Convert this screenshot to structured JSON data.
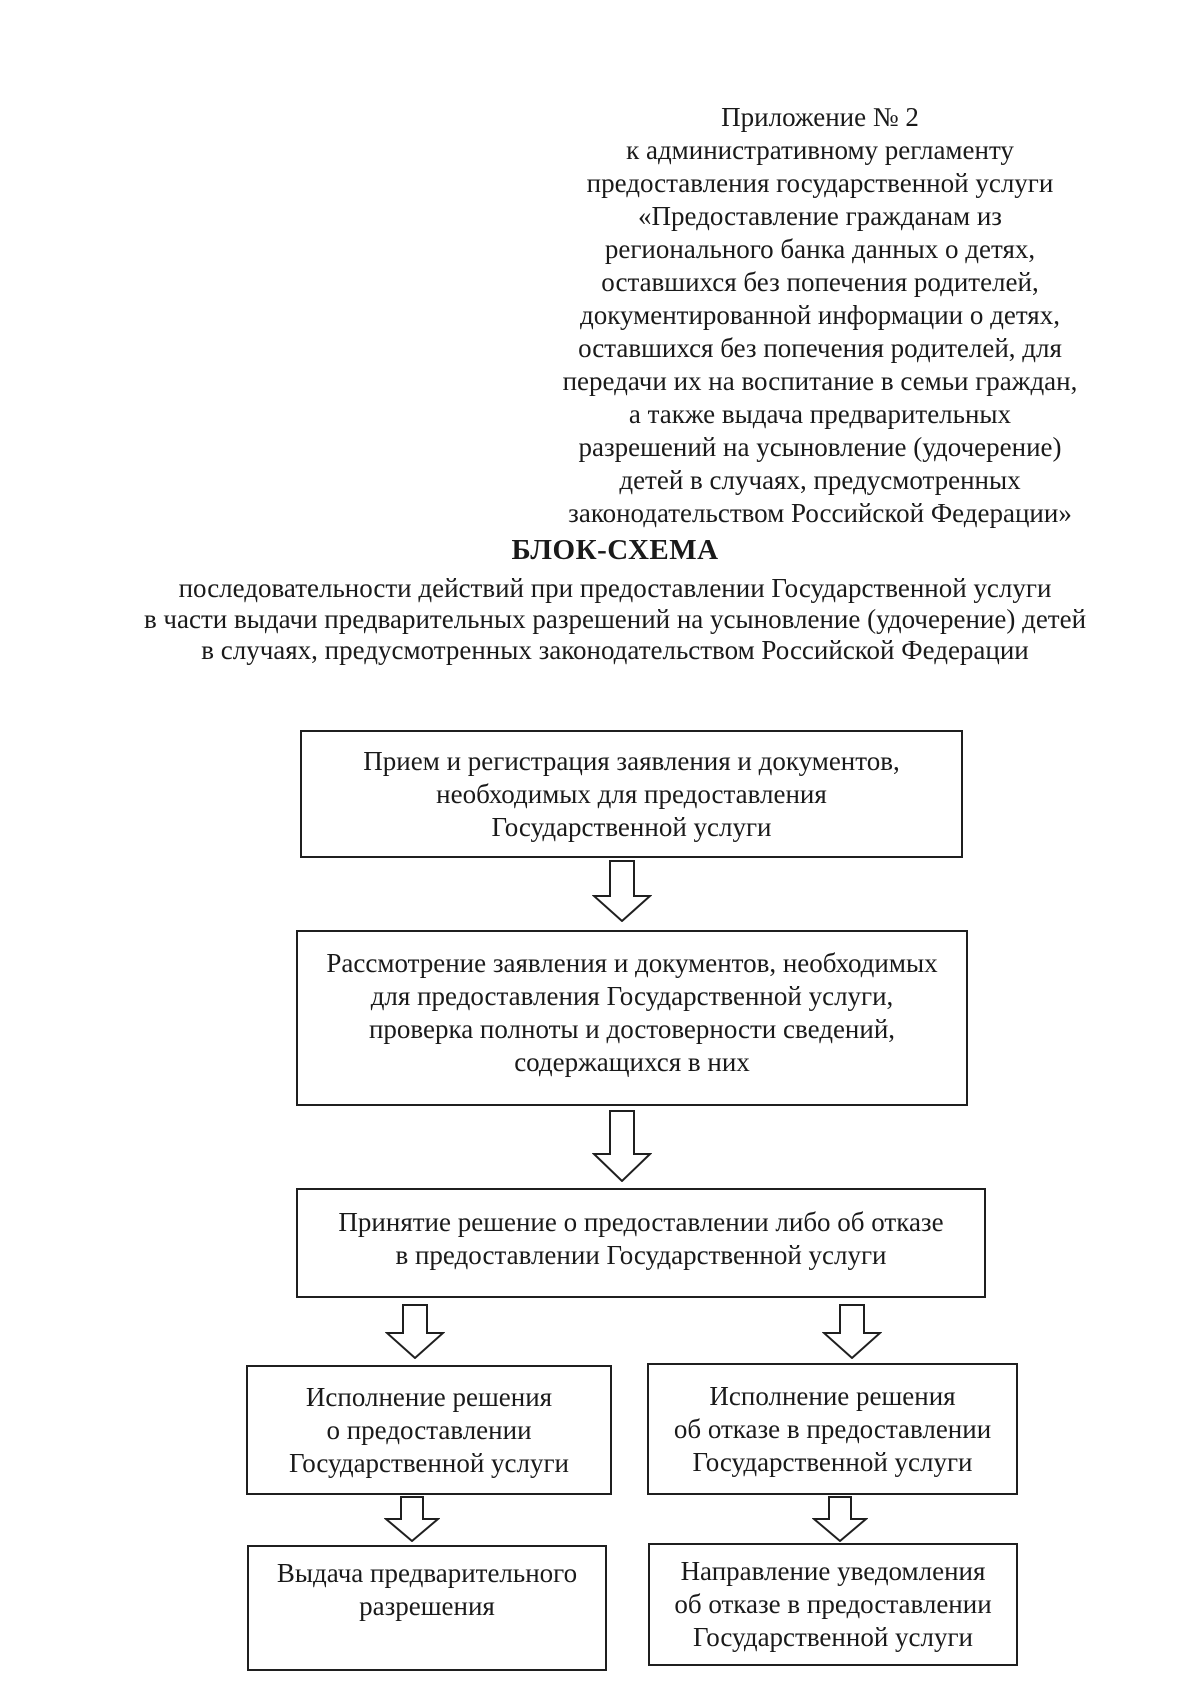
{
  "document": {
    "colors": {
      "ink": "#1a1a1a",
      "paper": "#ffffff",
      "box_border": "#1f1f1f"
    },
    "appendix_header": {
      "lines": [
        "Приложение № 2",
        "к административному регламенту",
        "предоставления государственной услуги",
        "«Предоставление гражданам из",
        "регионального банка данных о детях,",
        "оставшихся без попечения родителей,",
        "документированной информации о детях,",
        "оставшихся без попечения родителей, для",
        "передачи их на воспитание в семьи граждан,",
        "а также выдача предварительных",
        "разрешений на усыновление (удочерение)",
        "детей в случаях, предусмотренных",
        "законодательством Российской Федерации»"
      ]
    },
    "title": "БЛОК-СХЕМА",
    "subtitle_lines": [
      "последовательности действий при предоставлении Государственной услуги",
      "в части выдачи предварительных разрешений на усыновление (удочерение) детей",
      "в случаях, предусмотренных законодательством Российской Федерации"
    ],
    "flowchart": {
      "step_receive": {
        "lines": [
          "Прием и регистрация заявления и документов,",
          "необходимых для предоставления",
          "Государственной услуги"
        ]
      },
      "step_review": {
        "lines": [
          "Рассмотрение заявления и документов, необходимых",
          "для предоставления Государственной услуги,",
          "проверка полноты и достоверности сведений,",
          "содержащихся в них"
        ]
      },
      "step_decision": {
        "lines": [
          "Принятие решение о предоставлении либо об отказе",
          "в предоставлении Государственной услуги"
        ]
      },
      "step_execute_grant": {
        "lines": [
          "Исполнение решения",
          "о предоставлении",
          "Государственной услуги"
        ]
      },
      "step_execute_refusal": {
        "lines": [
          "Исполнение решения",
          "об отказе в предоставлении",
          "Государственной услуги"
        ]
      },
      "step_issue_permit": {
        "lines": [
          "Выдача предварительного",
          "разрешения"
        ]
      },
      "step_refusal_notice": {
        "lines": [
          "Направление уведомления",
          "об отказе в предоставлении",
          "Государственной услуги"
        ]
      }
    }
  }
}
